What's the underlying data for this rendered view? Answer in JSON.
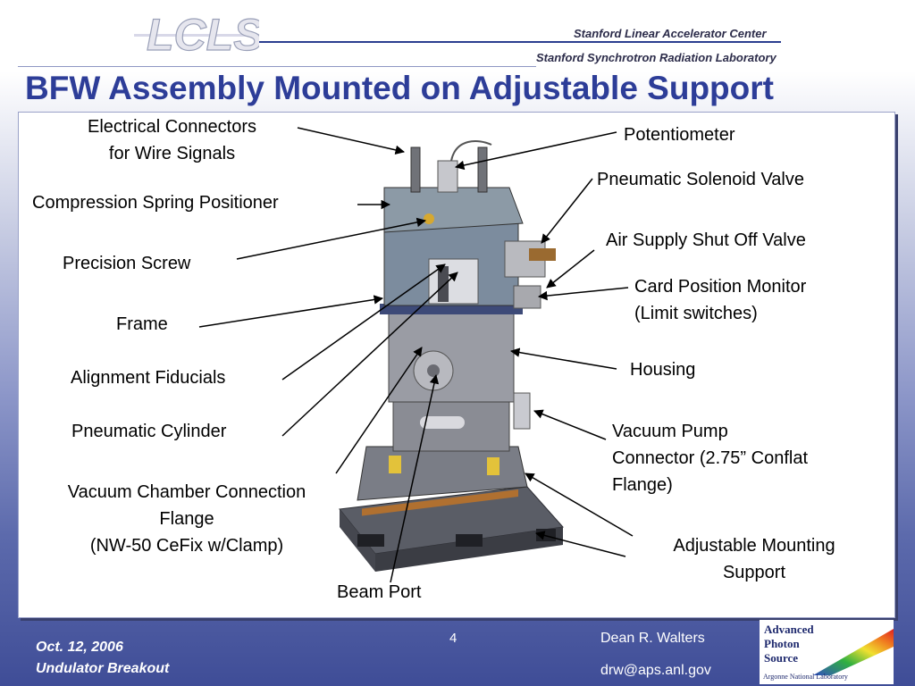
{
  "header": {
    "logo_text": "LCLS",
    "org_line1": "Stanford Linear Accelerator Center",
    "org_line2": "Stanford Synchrotron Radiation Laboratory"
  },
  "title": "BFW Assembly Mounted on Adjustable Support",
  "labels": {
    "electrical_connectors_1": "Electrical Connectors",
    "electrical_connectors_2": "for Wire Signals",
    "potentiometer": "Potentiometer",
    "pneumatic_solenoid_valve": "Pneumatic Solenoid Valve",
    "compression_spring_positioner": "Compression Spring Positioner",
    "air_supply_shutoff_valve": "Air Supply Shut Off Valve",
    "precision_screw": "Precision Screw",
    "card_position_monitor_1": "Card Position Monitor",
    "card_position_monitor_2": "(Limit switches)",
    "frame": "Frame",
    "housing": "Housing",
    "alignment_fiducials": "Alignment Fiducials",
    "pneumatic_cylinder": "Pneumatic Cylinder",
    "vacuum_pump_1": "Vacuum Pump",
    "vacuum_pump_2": "Connector (2.75” Conflat",
    "vacuum_pump_3": "Flange)",
    "vacuum_chamber_1": "Vacuum Chamber Connection",
    "vacuum_chamber_2": "Flange",
    "vacuum_chamber_3": "(NW-50 CeFix w/Clamp)",
    "adjustable_mounting_1": "Adjustable Mounting",
    "adjustable_mounting_2": "Support",
    "beam_port": "Beam Port"
  },
  "footer": {
    "date": "Oct. 12, 2006",
    "session": "Undulator Breakout",
    "page_number": "4",
    "author": "Dean R. Walters",
    "email": "drw@aps.anl.gov",
    "logo_line1": "Advanced",
    "logo_line2": "Photon",
    "logo_line3": "Source",
    "logo_line4": "Argonne National Laboratory"
  },
  "colors": {
    "title": "#2d3d98",
    "background_gradient_bottom": "#3f4d97",
    "accent_line": "#2a3e90"
  }
}
